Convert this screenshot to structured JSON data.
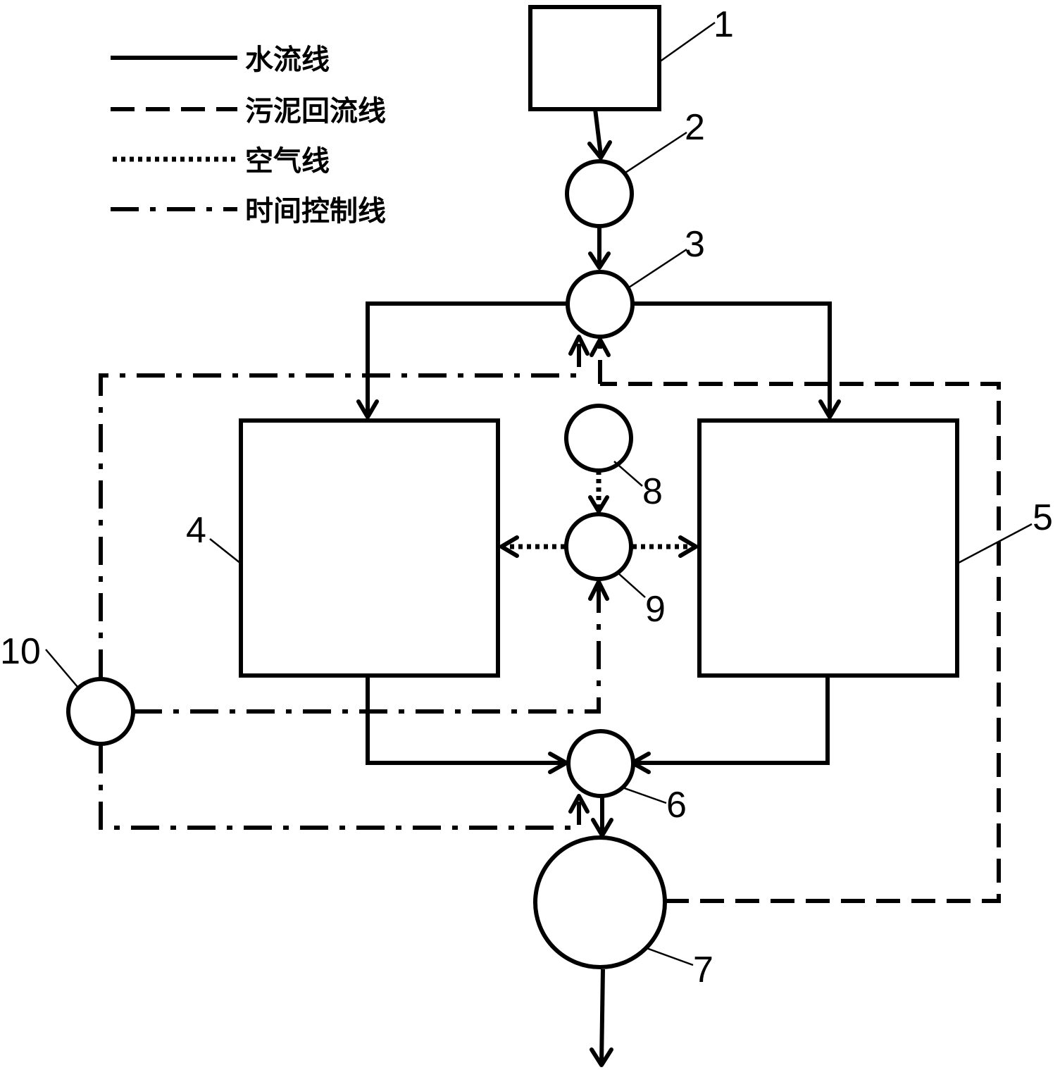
{
  "legend": {
    "water_line": "水流线",
    "sludge_return_line": "污泥回流线",
    "air_line": "空气线",
    "time_control_line": "时间控制线"
  },
  "labels": {
    "n1": "1",
    "n2": "2",
    "n3": "3",
    "n4": "4",
    "n5": "5",
    "n6": "6",
    "n7": "7",
    "n8": "8",
    "n9": "9",
    "n10": "10"
  }
}
